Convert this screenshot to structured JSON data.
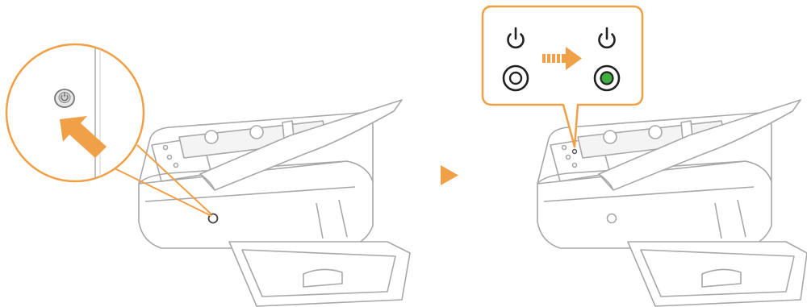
{
  "diagram": {
    "steps": [
      {
        "id": "press-power-button",
        "icon": "printer-with-power-button-callout"
      },
      {
        "id": "power-indicator-lit",
        "icon": "printer-with-power-indicator-callout"
      }
    ],
    "step_arrow_icon": "play-arrow-icon",
    "indicator_before": {
      "icon": "power-symbol-icon",
      "state": "off"
    },
    "indicator_after": {
      "icon": "power-symbol-icon",
      "state": "on"
    },
    "transition_icon": "dashed-arrow-right-icon",
    "press_arrow_icon": "arrow-up-left-icon",
    "colors": {
      "accent": "#F0A046",
      "indicator_on": "#3FAF3F",
      "outline": "#A8A8A8",
      "ink": "#222222"
    }
  }
}
